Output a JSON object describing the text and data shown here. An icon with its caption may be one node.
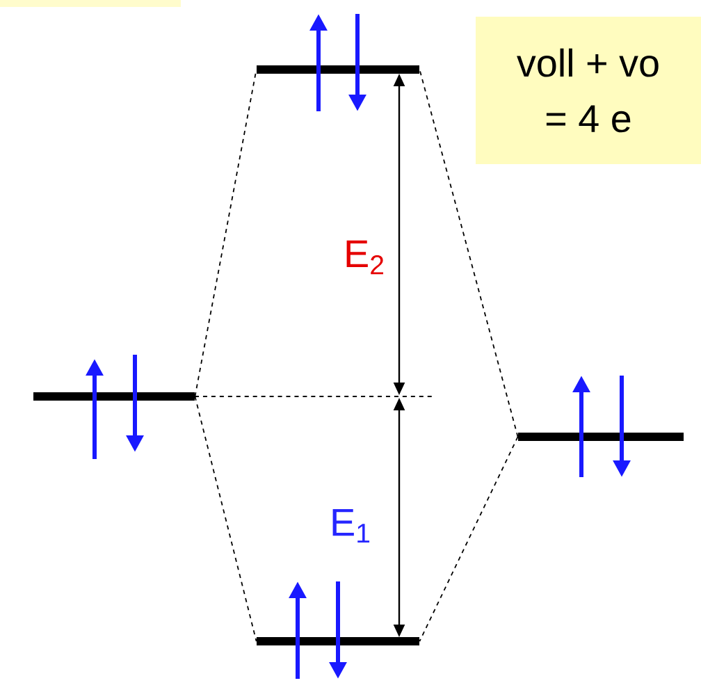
{
  "diagram": {
    "nodes": [
      {
        "text": [],
        "shape": "bar"
      },
      {
        "text": [],
        "shape": "bar"
      },
      {
        "text": [],
        "shape": "bar"
      },
      {
        "text": [],
        "shape": "bar"
      },
      {
        "text": [
          "voll + vo",
          "= 4 e"
        ]
      }
    ],
    "edges": [
      {
        "from": 0,
        "to": 1,
        "arrow": "none",
        "style": "dashed"
      },
      {
        "from": 0,
        "to": 2,
        "arrow": "none",
        "style": "dashed"
      },
      {
        "from": 3,
        "to": 1,
        "arrow": "none",
        "style": "dashed"
      },
      {
        "from": 3,
        "to": 2,
        "arrow": "none",
        "style": "dashed"
      }
    ],
    "labels": [
      "E$_{2}$",
      "E$_{1}$"
    ]
  }
}
